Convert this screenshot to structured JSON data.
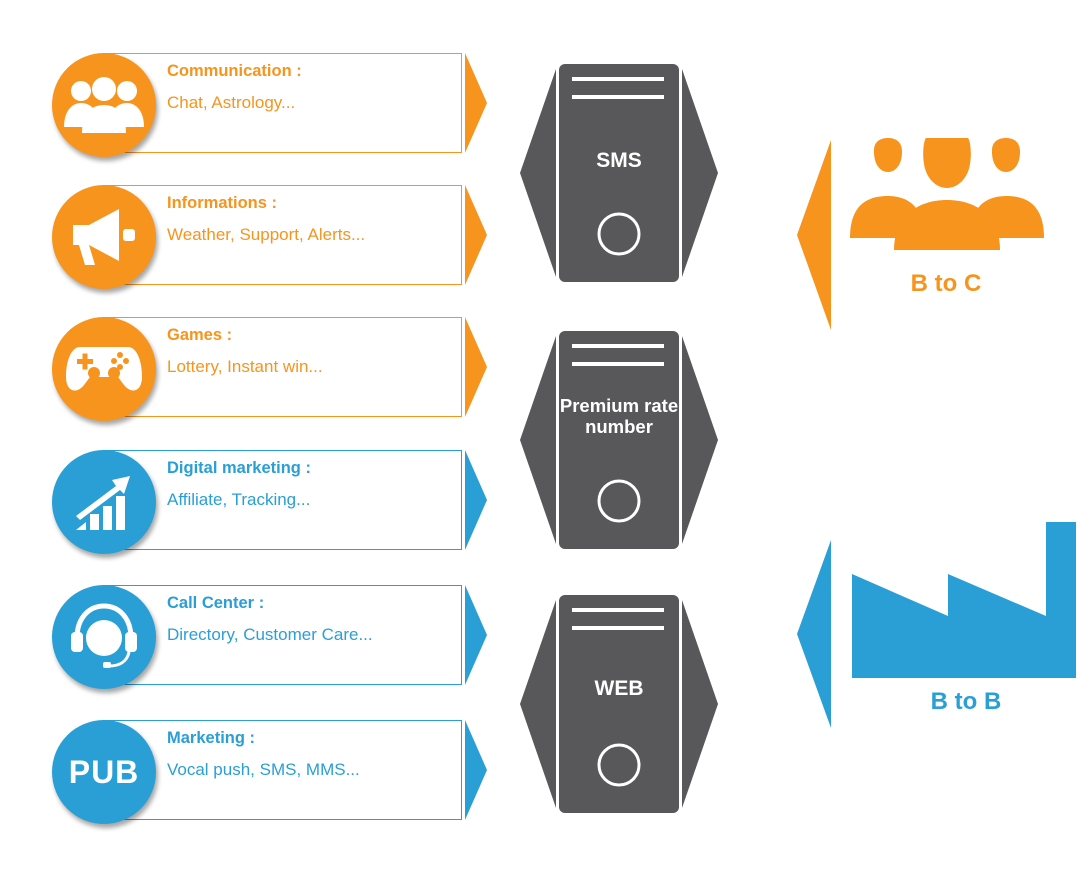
{
  "services": [
    {
      "title": "Communication :",
      "desc": "Chat, Astrology...",
      "icon": "people-icon",
      "color": "orange"
    },
    {
      "title": "Informations :",
      "desc": "Weather, Support, Alerts...",
      "icon": "megaphone-icon",
      "color": "orange"
    },
    {
      "title": "Games :",
      "desc": "Lottery, Instant win...",
      "icon": "gamepad-icon",
      "color": "orange"
    },
    {
      "title": "Digital marketing :",
      "desc": "Affiliate, Tracking...",
      "icon": "growth-chart-icon",
      "color": "blue"
    },
    {
      "title": "Call Center :",
      "desc": "Directory, Customer Care...",
      "icon": "headset-icon",
      "color": "blue"
    },
    {
      "title": "Marketing :",
      "desc": "Vocal push, SMS, MMS...",
      "icon": "pub-icon",
      "icon_text": "PUB",
      "color": "blue"
    }
  ],
  "servers": [
    {
      "label": "SMS"
    },
    {
      "label": "Premium rate number"
    },
    {
      "label": "WEB"
    }
  ],
  "segments": {
    "b2c": {
      "label": "B to C",
      "icon": "people-icon"
    },
    "b2b": {
      "label": "B to B",
      "icon": "factory-icon"
    }
  },
  "colors": {
    "orange": "#F7941D",
    "blue": "#2A9FD6",
    "server": "#58585A"
  }
}
